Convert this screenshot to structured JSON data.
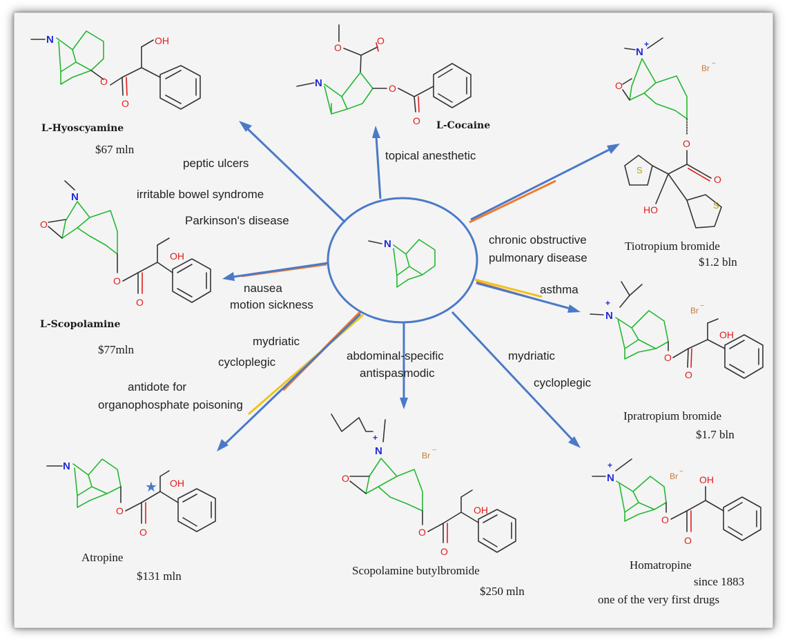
{
  "center": {
    "nitrogen": "N"
  },
  "molecules": {
    "hyoscyamine": {
      "name": "L-Hyoscyamine",
      "value": "$67 mln"
    },
    "cocaine": {
      "name": "L-Cocaine"
    },
    "tiotropium": {
      "name": "Tiotropium bromide",
      "value": "$1.2 bln"
    },
    "scopolamine": {
      "name": "L-Scopolamine",
      "value": "$77mln"
    },
    "ipratropium": {
      "name": "Ipratropium bromide",
      "value": "$1.7 bln"
    },
    "atropine": {
      "name": "Atropine",
      "value": "$131 mln",
      "star": "★"
    },
    "butylbromide": {
      "name": "Scopolamine butylbromide",
      "value": "$250 mln"
    },
    "homatropine": {
      "name": "Homatropine",
      "note1": "since 1883",
      "note2": "one of the very first drugs"
    }
  },
  "indications": {
    "hyoscyamine": [
      "peptic ulcers",
      "irritable bowel syndrome",
      "Parkinson's disease"
    ],
    "cocaine": "topical anesthetic",
    "tiotropium": [
      "chronic obstructive",
      "pulmonary disease"
    ],
    "ipratropium": "asthma",
    "scopolamine": [
      "nausea",
      "motion sickness"
    ],
    "atropine": [
      "mydriatic",
      "cycloplegic",
      "antidote for",
      "organophosphate poisoning"
    ],
    "butylbromide": [
      "abdominal-specific",
      "antispasmodic"
    ],
    "homatropine": [
      "mydriatic",
      "cycloplegic"
    ]
  },
  "atoms": {
    "N": "N",
    "O": "O",
    "OH": "OH",
    "HO": "HO",
    "S": "S",
    "Br": "Br",
    "plus": "+",
    "minus": "−"
  },
  "colors": {
    "arrow": "#4a79c8",
    "bond": "#22b830",
    "nitrogen": "#1f2ad8",
    "oxygen": "#e01b1b",
    "sulfur": "#b5a000",
    "bromide": "#c8793a",
    "highlight_orange": "#f07a2a",
    "highlight_yellow": "#f2c21b",
    "panel": "#f4f4f4"
  }
}
